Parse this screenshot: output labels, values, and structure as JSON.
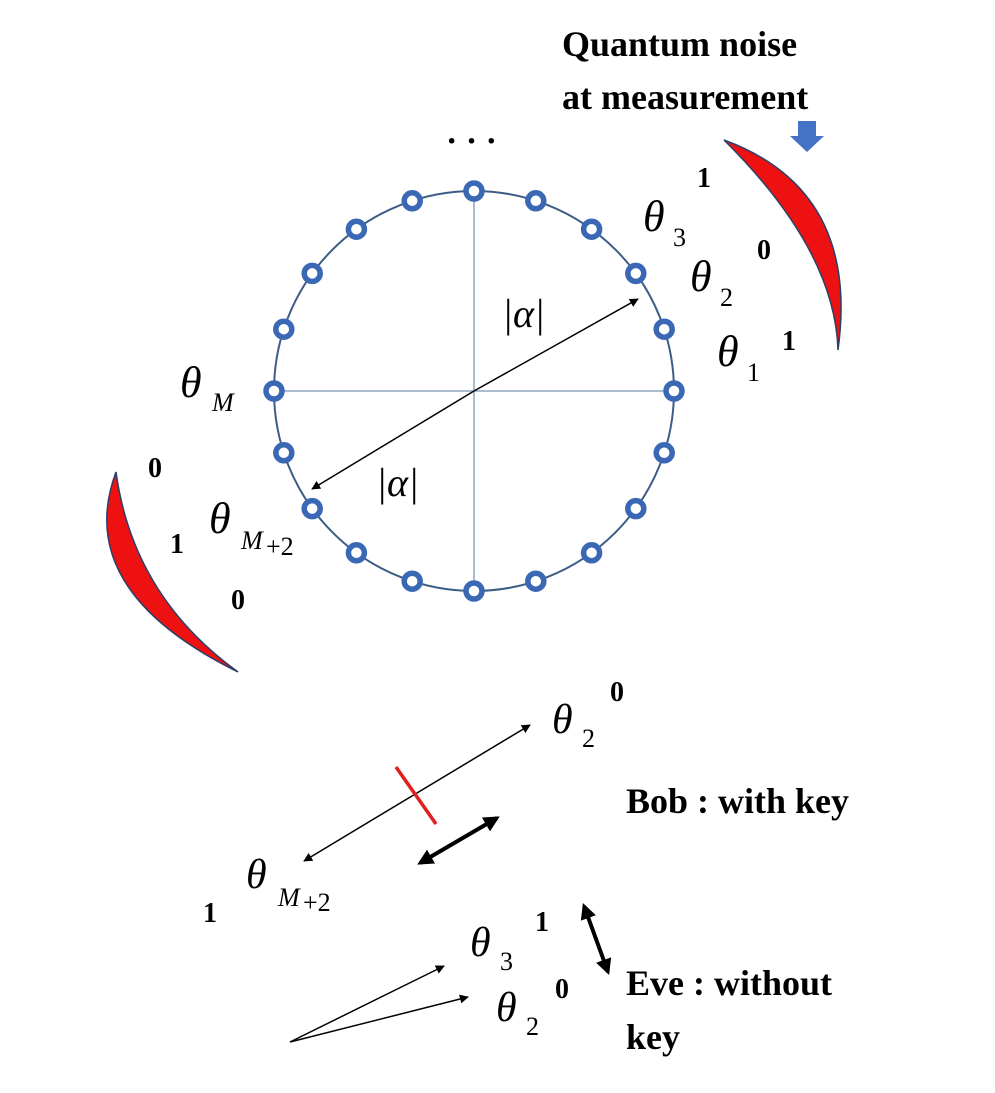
{
  "diagram": {
    "noise_title": [
      "Quantum noise",
      "at measurement"
    ],
    "ellipsis": "· · ·",
    "amplitude": "|α|",
    "theta_symbol": "θ",
    "labels": {
      "sub_1": "1",
      "sub_2": "2",
      "sub_3": "3",
      "sub_M": "M",
      "sub_M2_base": "M",
      "sub_M2_tail": "+2"
    },
    "bits_right": [
      "1",
      "0",
      "1"
    ],
    "bits_left": [
      "0",
      "1",
      "0"
    ],
    "bob": {
      "label": "Bob : with key",
      "bit_theta2": "0",
      "bit_thetaM2": "1"
    },
    "eve": {
      "label": [
        "Eve : without",
        "key"
      ],
      "bit_theta3": "1",
      "bit_theta2": "0"
    },
    "colors": {
      "circle": "#3d5d86",
      "node_stroke": "#3a68b5",
      "axis": "#8ea6c3",
      "noise_fill": "#ee1111",
      "noise_stroke": "#2a3f6a",
      "blue_arrow": "#4472c4",
      "red_mark": "#e02020"
    }
  }
}
